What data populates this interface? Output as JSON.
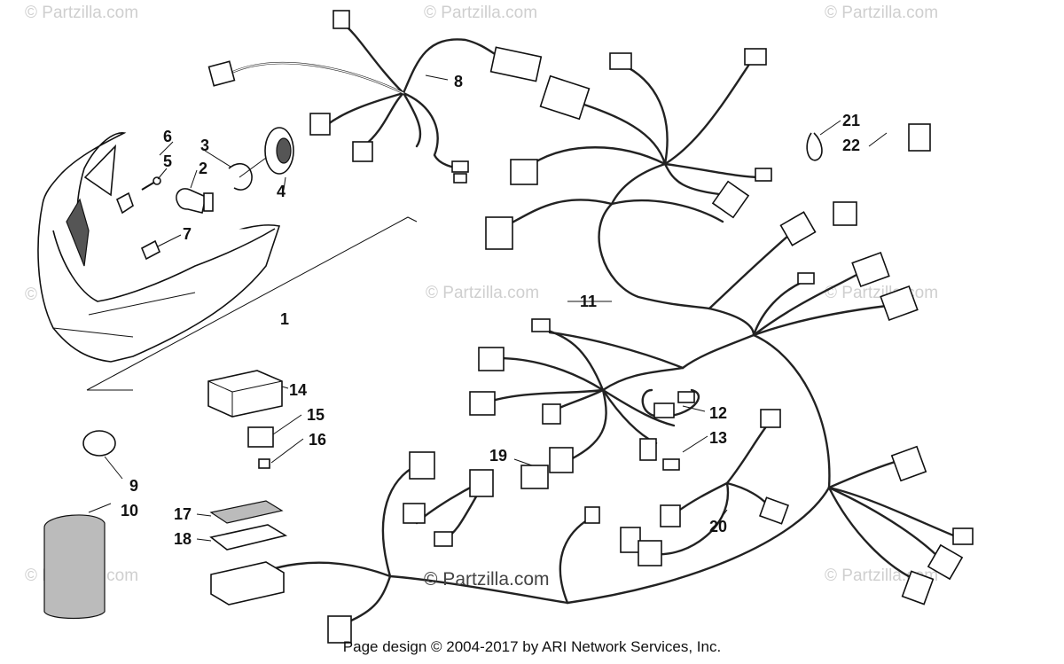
{
  "watermark": "© Partzilla.com",
  "footer": "Page design © 2004-2017 by ARI Network Services, Inc.",
  "callouts": [
    {
      "id": "1",
      "label": "1"
    },
    {
      "id": "2",
      "label": "2"
    },
    {
      "id": "3",
      "label": "3"
    },
    {
      "id": "4",
      "label": "4"
    },
    {
      "id": "5",
      "label": "5"
    },
    {
      "id": "6",
      "label": "6"
    },
    {
      "id": "7",
      "label": "7"
    },
    {
      "id": "8",
      "label": "8"
    },
    {
      "id": "9",
      "label": "9"
    },
    {
      "id": "10",
      "label": "10"
    },
    {
      "id": "11",
      "label": "11"
    },
    {
      "id": "12",
      "label": "12"
    },
    {
      "id": "13",
      "label": "13"
    },
    {
      "id": "14",
      "label": "14"
    },
    {
      "id": "15",
      "label": "15"
    },
    {
      "id": "16",
      "label": "16"
    },
    {
      "id": "17",
      "label": "17"
    },
    {
      "id": "18",
      "label": "18"
    },
    {
      "id": "19",
      "label": "19"
    },
    {
      "id": "20",
      "label": "20"
    },
    {
      "id": "21",
      "label": "21"
    },
    {
      "id": "22",
      "label": "22"
    }
  ]
}
